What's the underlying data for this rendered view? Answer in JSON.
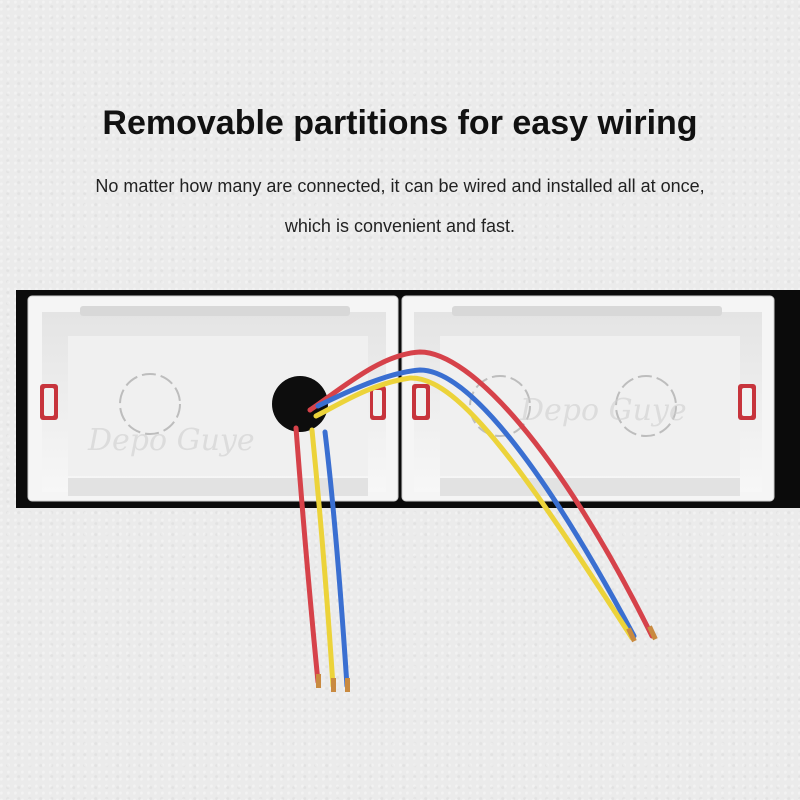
{
  "heading": {
    "title": "Removable partitions for easy wiring",
    "line1": "No matter how many are connected, it can be wired and installed all at once,",
    "line2": "which is convenient and fast."
  },
  "photo": {
    "watermark_left": "Depo Guye",
    "watermark_right": "Depo Guye",
    "wire_colors": {
      "red": "#d6424a",
      "yellow": "#ecd33a",
      "blue": "#3a6fd1"
    },
    "box_color": "#f4f4f4",
    "frame_color": "#0b0b0b"
  }
}
